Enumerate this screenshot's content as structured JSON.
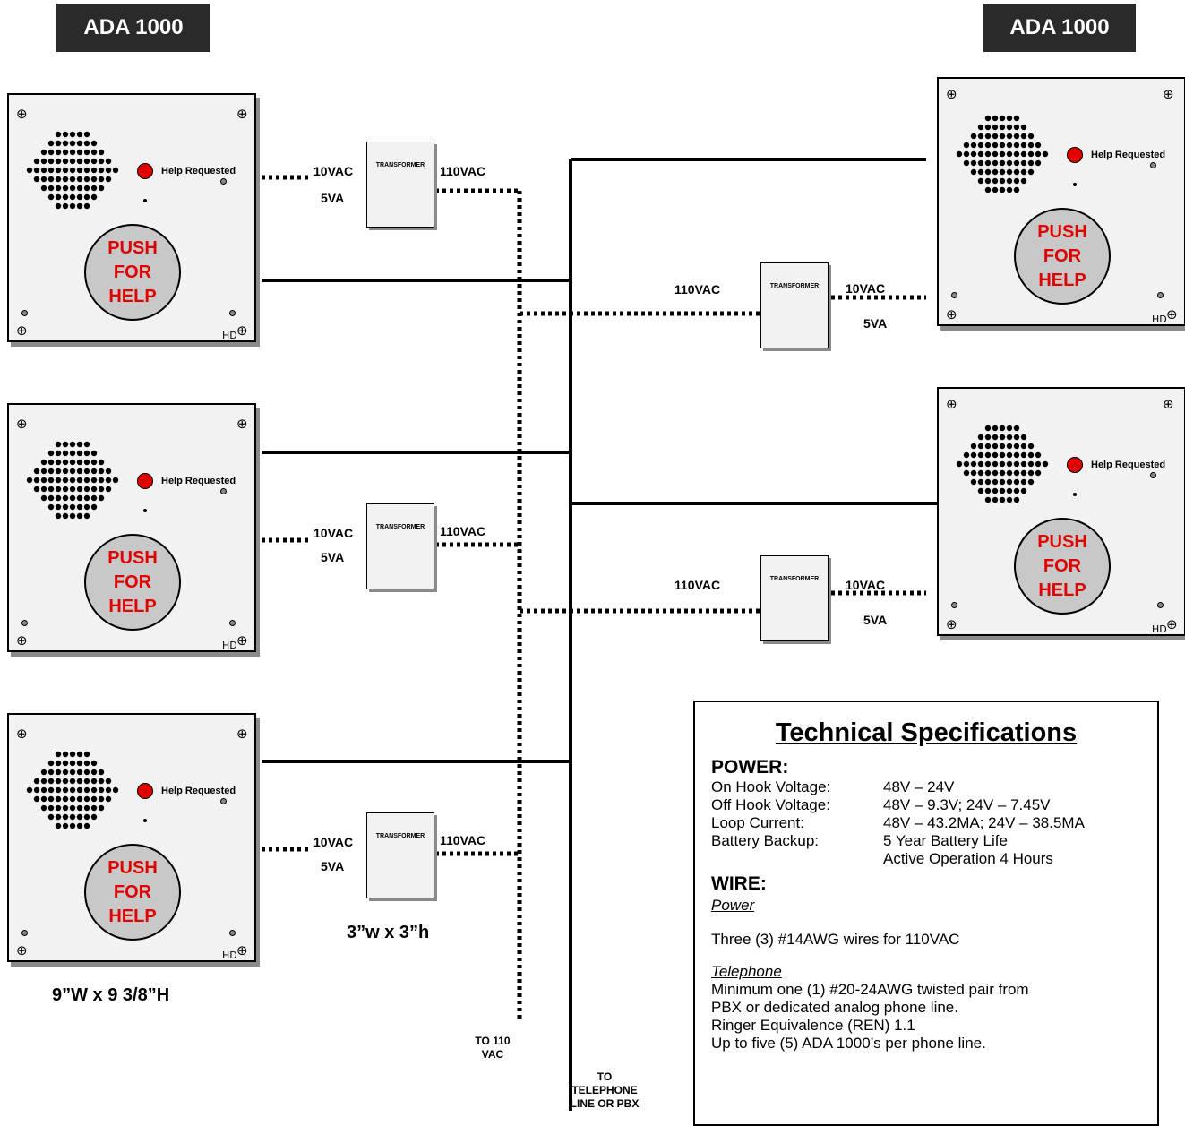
{
  "header": {
    "left_title": "ADA 1000",
    "right_title": "ADA 1000"
  },
  "unit": {
    "help_label": "Help Requested",
    "push_lines": [
      "PUSH",
      "FOR",
      "HELP"
    ],
    "logo": "HD"
  },
  "transformer": {
    "label": "TRANSFORMER",
    "in_voltage": "110VAC",
    "out_voltage": "10VAC",
    "out_power": "5VA"
  },
  "dimensions": {
    "unit": "9”W x 9 3/8”H",
    "transformer": "3”w x 3”h"
  },
  "bottom": {
    "to_power": [
      "TO 110",
      "VAC"
    ],
    "to_phone": [
      "TO",
      "TELEPHONE",
      "LINE OR PBX"
    ]
  },
  "specs": {
    "title": "Technical Specifications",
    "power_heading": "POWER:",
    "power_rows": [
      {
        "k": "On Hook Voltage:",
        "v": "48V – 24V"
      },
      {
        "k": "Off Hook Voltage:",
        "v": "48V – 9.3V; 24V – 7.45V"
      },
      {
        "k": "Loop Current:",
        "v": "48V – 43.2MA; 24V – 38.5MA"
      },
      {
        "k": "Battery Backup:",
        "v": "5 Year Battery Life"
      },
      {
        "k": "",
        "v": "Active Operation 4 Hours"
      }
    ],
    "wire_heading": "WIRE:",
    "power_sub": "Power",
    "power_text": "Three (3) #14AWG wires for 110VAC",
    "telephone_sub": "Telephone",
    "telephone_lines": [
      "Minimum one (1) #20-24AWG twisted pair from",
      "PBX or dedicated analog phone line.",
      "Ringer Equivalence (REN) 1.1",
      "Up to five (5) ADA 1000’s per phone line."
    ]
  }
}
